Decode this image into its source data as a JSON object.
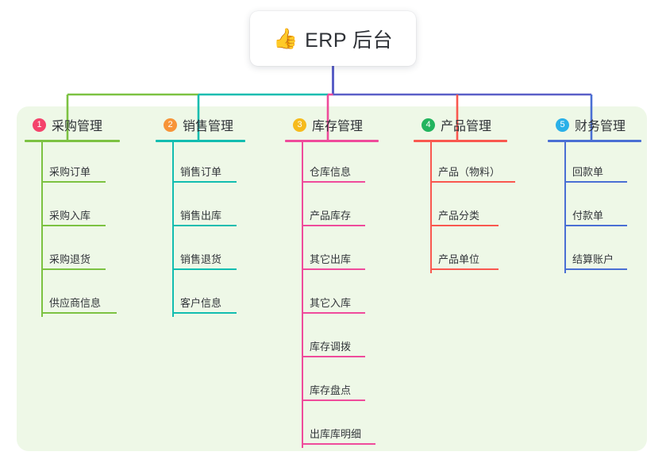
{
  "root": {
    "icon": "thumbs-up-icon",
    "emoji": "👍",
    "title": "ERP 后台"
  },
  "colors": {
    "panel_bg": "#eef8e7",
    "page_bg": "#ffffff",
    "text": "#2f3237",
    "trunk": "#5a5fc7",
    "branch_green": "#7cc242",
    "branch_teal": "#12bdb0",
    "branch_pink": "#ef4b9b",
    "branch_red": "#f9584f",
    "branch_blue": "#4a6fd4"
  },
  "columns": [
    {
      "index": "1",
      "title": "采购管理",
      "badge_color": "#f4436b",
      "line_color": "#7cc242",
      "rule_width": 120,
      "items": [
        {
          "label": "采购订单",
          "rule_width": 80
        },
        {
          "label": "采购入库",
          "rule_width": 80
        },
        {
          "label": "采购退货",
          "rule_width": 80
        },
        {
          "label": "供应商信息",
          "rule_width": 94
        }
      ]
    },
    {
      "index": "2",
      "title": "销售管理",
      "badge_color": "#f79438",
      "line_color": "#12bdb0",
      "rule_width": 113,
      "items": [
        {
          "label": "销售订单",
          "rule_width": 80
        },
        {
          "label": "销售出库",
          "rule_width": 80
        },
        {
          "label": "销售退货",
          "rule_width": 80
        },
        {
          "label": "客户信息",
          "rule_width": 80
        }
      ]
    },
    {
      "index": "3",
      "title": "库存管理",
      "badge_color": "#f6bb1c",
      "line_color": "#ef4b9b",
      "rule_width": 118,
      "items": [
        {
          "label": "仓库信息",
          "rule_width": 79
        },
        {
          "label": "产品库存",
          "rule_width": 79
        },
        {
          "label": "其它出库",
          "rule_width": 79
        },
        {
          "label": "其它入库",
          "rule_width": 79
        },
        {
          "label": "库存调拨",
          "rule_width": 79
        },
        {
          "label": "库存盘点",
          "rule_width": 79
        },
        {
          "label": "出库库明细",
          "rule_width": 92
        }
      ]
    },
    {
      "index": "4",
      "title": "产品管理",
      "badge_color": "#22b45e",
      "line_color": "#f9584f",
      "rule_width": 118,
      "items": [
        {
          "label": "产品（物料）",
          "rule_width": 106
        },
        {
          "label": "产品分类",
          "rule_width": 85
        },
        {
          "label": "产品单位",
          "rule_width": 85
        }
      ]
    },
    {
      "index": "5",
      "title": "财务管理",
      "badge_color": "#2ab0e8",
      "line_color": "#4a6fd4",
      "rule_width": 118,
      "items": [
        {
          "label": "回款单",
          "rule_width": 78
        },
        {
          "label": "付款单",
          "rule_width": 78
        },
        {
          "label": "结算账户",
          "rule_width": 78
        }
      ]
    }
  ]
}
